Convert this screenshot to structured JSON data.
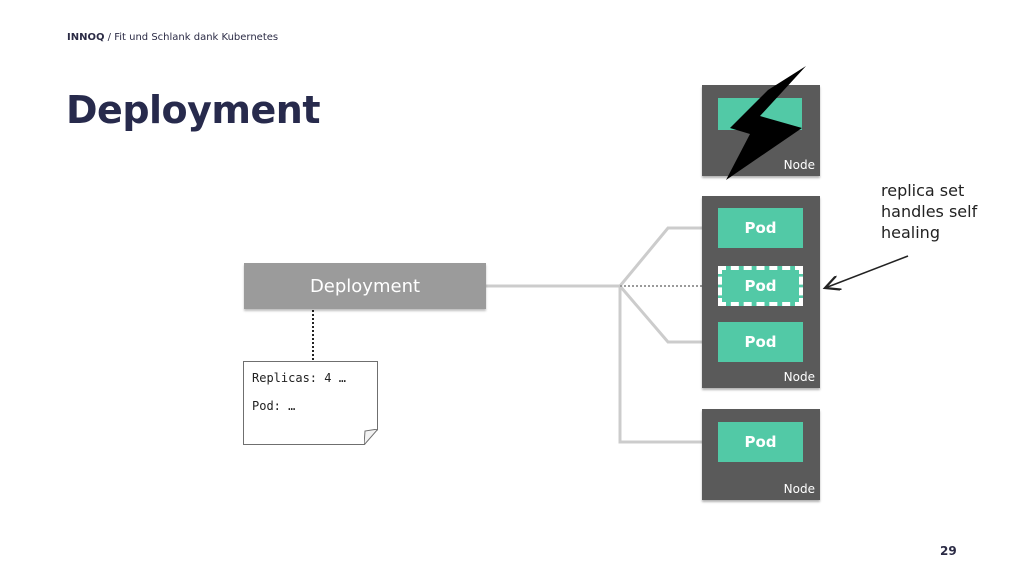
{
  "header": {
    "brand": "INNOQ",
    "separator": "/",
    "subtitle": "Fit und Schlank dank Kubernetes"
  },
  "slide": {
    "title": "Deployment",
    "page_number": "29"
  },
  "deployment": {
    "label": "Deployment"
  },
  "note": {
    "line1": "Replicas: 4 …",
    "line2": "Pod: …"
  },
  "nodes": [
    {
      "label": "Node",
      "state": "failed"
    },
    {
      "label": "Node",
      "pods": [
        "Pod",
        "Pod",
        "Pod"
      ]
    },
    {
      "label": "Node",
      "pods": [
        "Pod"
      ]
    }
  ],
  "annotation": {
    "text": "replica set handles self healing"
  },
  "colors": {
    "title": "#272a4c",
    "pod": "#52c9a6",
    "node": "#5a5a5a",
    "deployment": "#9b9b9b",
    "connector": "#cccccc",
    "lightning": "#000000"
  }
}
